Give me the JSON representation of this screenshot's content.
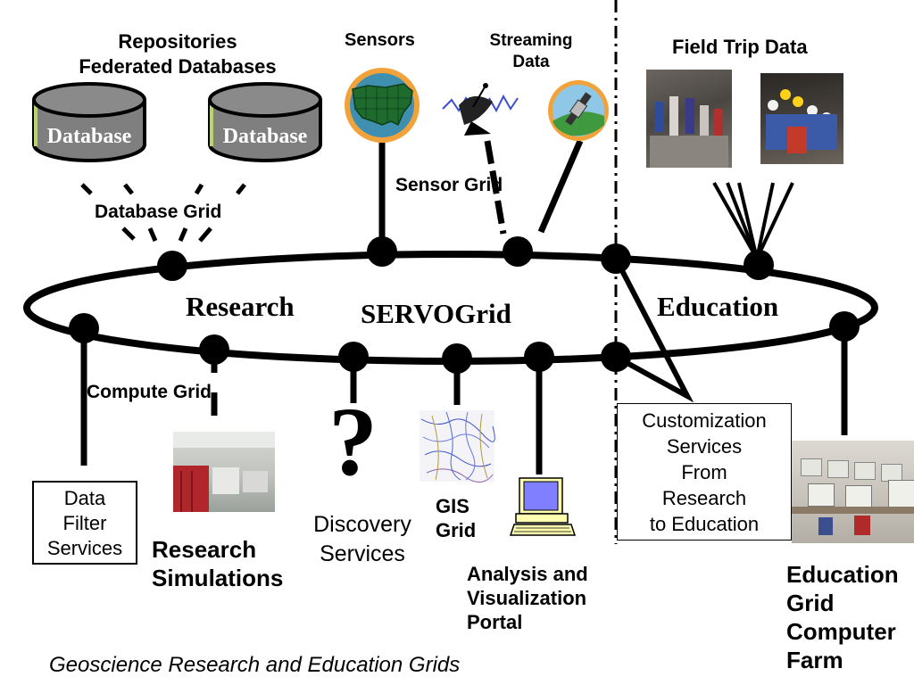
{
  "ring": {
    "center_title": "SERVOGrid",
    "left_title": "Research",
    "right_title": "Education"
  },
  "top": {
    "repositories_line1": "Repositories",
    "repositories_line2": "Federated Databases",
    "database_label_1": "Database",
    "database_label_2": "Database",
    "database_grid": "Database Grid",
    "sensors": "Sensors",
    "streaming_line1": "Streaming",
    "streaming_line2": "Data",
    "sensor_grid": "Sensor Grid",
    "field_trip": "Field Trip Data"
  },
  "bottom": {
    "compute_grid": "Compute Grid",
    "data_filter_line1": "Data",
    "data_filter_line2": "Filter",
    "data_filter_line3": "Services",
    "research_sim_line1": "Research",
    "research_sim_line2": "Simulations",
    "question_mark": "?",
    "discovery_line1": "Discovery",
    "discovery_line2": "Services",
    "gis_line1": "GIS",
    "gis_line2": "Grid",
    "analysis_line1": "Analysis and",
    "analysis_line2": "Visualization",
    "analysis_line3": "Portal",
    "custom_line1": "Customization",
    "custom_line2": "Services",
    "custom_line3": "From",
    "custom_line4": "Research",
    "custom_line5": "to Education",
    "edu_line1": "Education",
    "edu_line2": "Grid",
    "edu_line3": "Computer",
    "edu_line4": "Farm",
    "caption": "Geoscience Research and Education Grids"
  },
  "icons": {
    "database": "database-cylinder-icon",
    "sensor_map": "us-map-sensor-icon",
    "satellite_dish": "satellite-dish-icon",
    "satellite": "satellite-icon",
    "computer": "desktop-computer-icon"
  },
  "colors": {
    "line": "#000000",
    "database_body": "#7f7f7f",
    "database_side": "#b8d46a",
    "sensor_badge": "#f2a23a",
    "sensor_sea": "#3f8fb0",
    "sensor_land": "#1f6b2e",
    "monitor_screen": "#7f7fff",
    "computer_body": "#ffffb0"
  }
}
